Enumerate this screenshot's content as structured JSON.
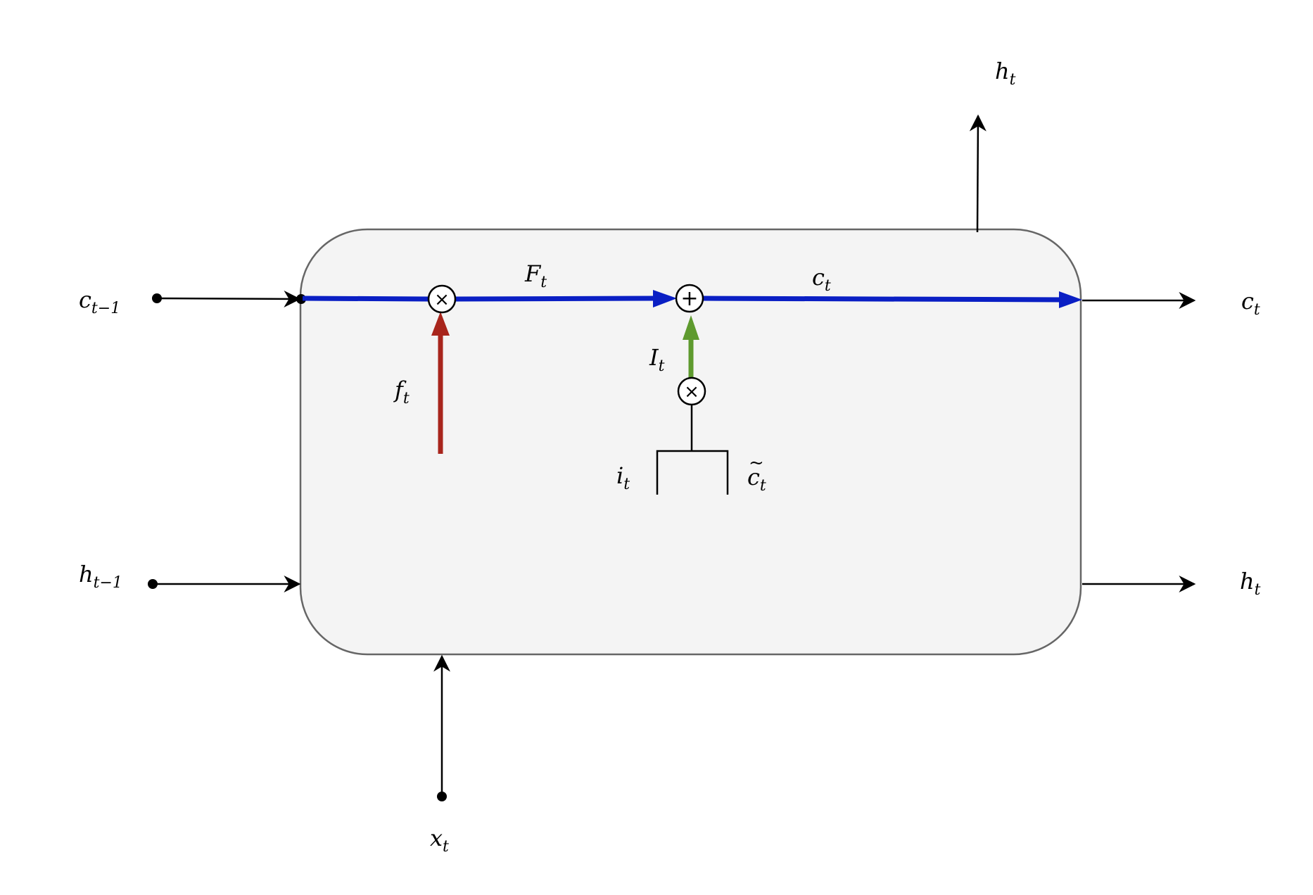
{
  "labels": {
    "c_prev": {
      "base": "c",
      "sub": "t−1"
    },
    "h_prev": {
      "base": "h",
      "sub": "t−1"
    },
    "x_t": {
      "base": "x",
      "sub": "t"
    },
    "h_t_top": {
      "base": "h",
      "sub": "t"
    },
    "c_t_out": {
      "base": "c",
      "sub": "t"
    },
    "h_t_out": {
      "base": "h",
      "sub": "t"
    },
    "F_t": {
      "base": "F",
      "sub": "t"
    },
    "c_t_mid": {
      "base": "c",
      "sub": "t"
    },
    "f_t": {
      "base": "f",
      "sub": "t"
    },
    "I_t": {
      "base": "I",
      "sub": "t"
    },
    "i_t": {
      "base": "i",
      "sub": "t"
    },
    "c_tilde_t": {
      "base": "c",
      "sub": "t",
      "accent": "~"
    }
  },
  "operators": {
    "multiply": "×",
    "add": "+"
  },
  "colors": {
    "cell_fill": "#f4f4f4",
    "cell_stroke": "#666666",
    "cell_state_line": "#0a1fc4",
    "forget_arrow": "#a8251c",
    "input_arrow": "#5e9a2e",
    "line": "#000000"
  }
}
